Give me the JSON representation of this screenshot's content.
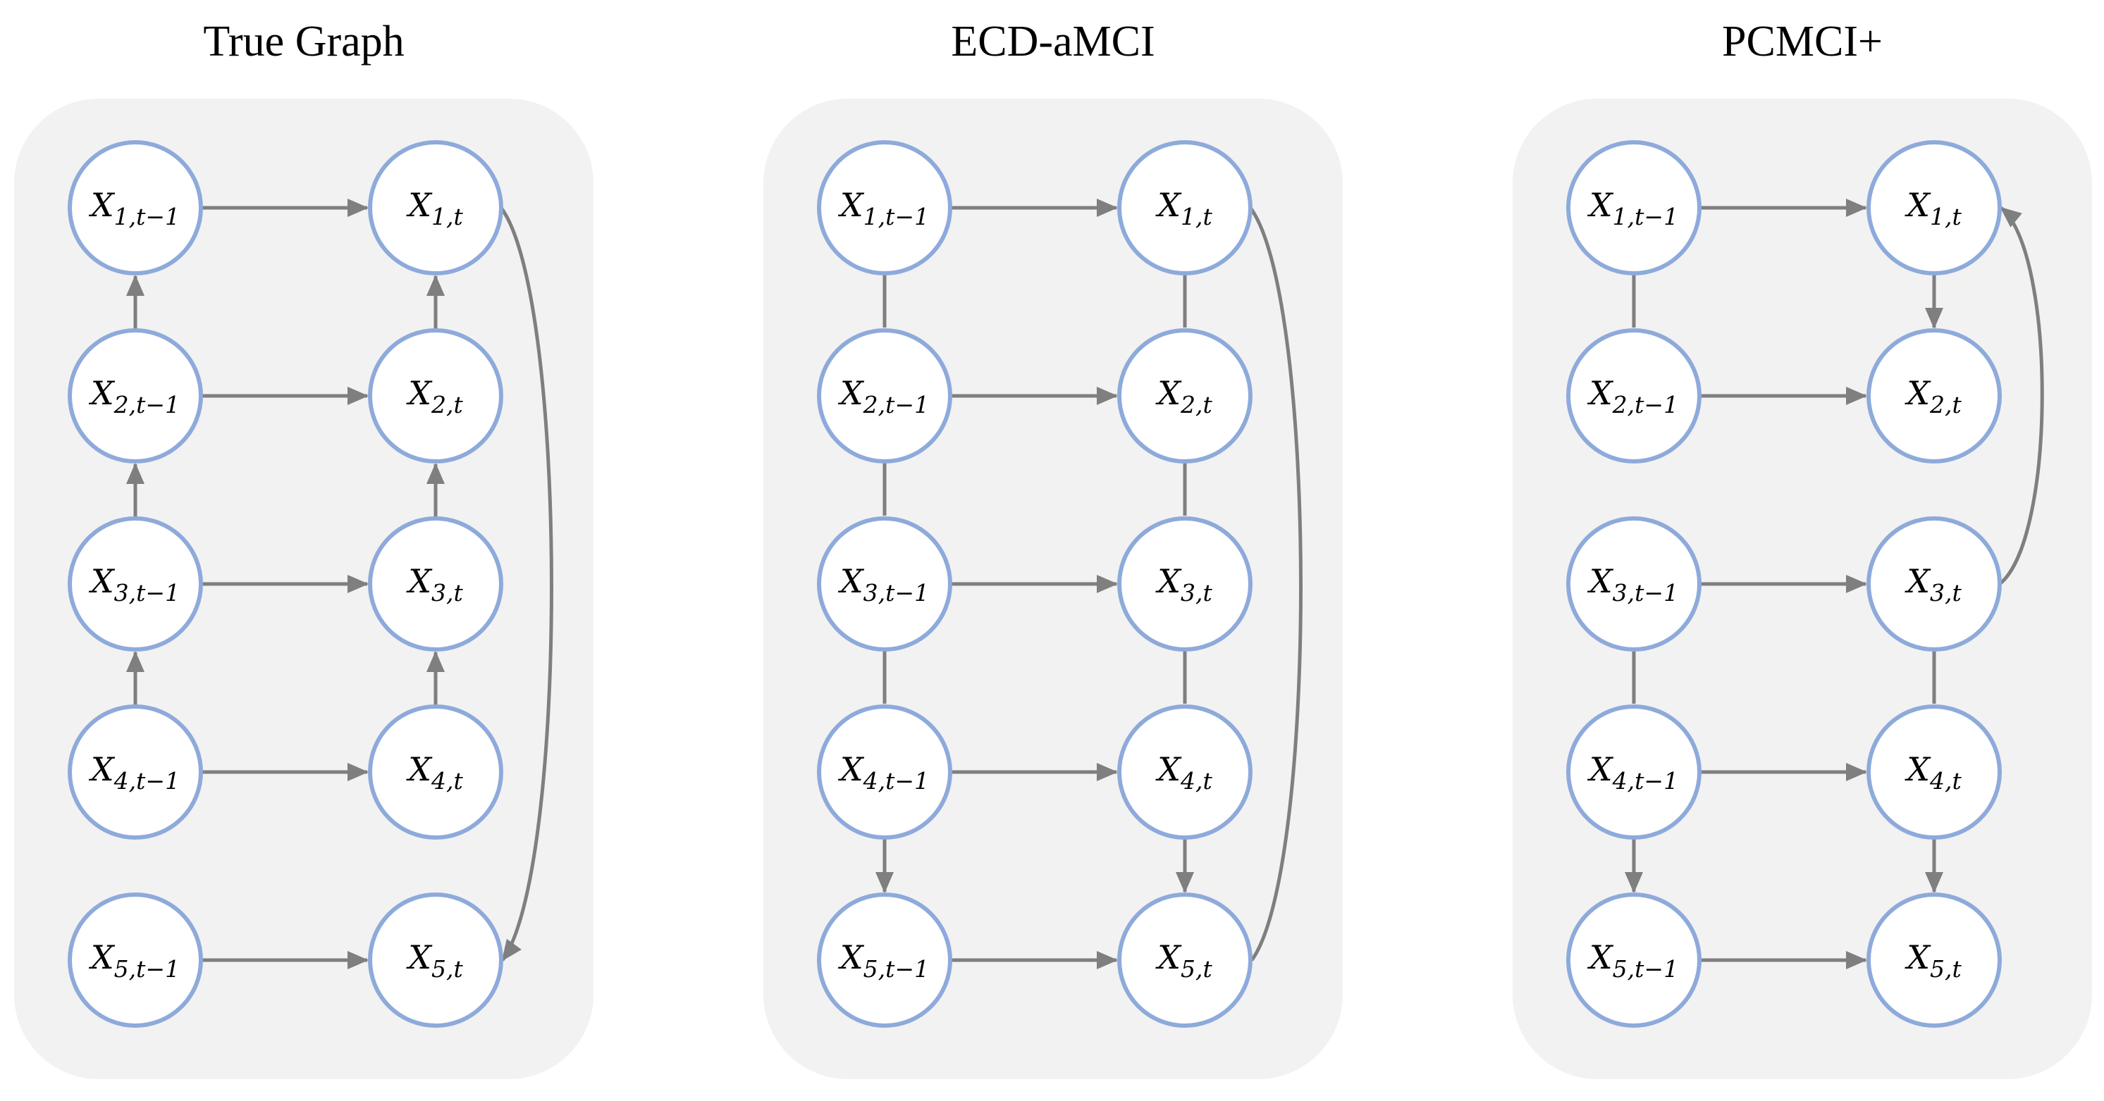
{
  "colors": {
    "panel_fill": "#f2f2f2",
    "node_stroke": "#8eaadb",
    "node_fill": "#ffffff",
    "edge": "#7f7f7f",
    "text": "#000000"
  },
  "panels": [
    {
      "id": "true-graph",
      "title": "True Graph",
      "nodes": [
        {
          "id": "a1",
          "var": "X",
          "sub": "1,t−1"
        },
        {
          "id": "a2",
          "var": "X",
          "sub": "2,t−1"
        },
        {
          "id": "a3",
          "var": "X",
          "sub": "3,t−1"
        },
        {
          "id": "a4",
          "var": "X",
          "sub": "4,t−1"
        },
        {
          "id": "a5",
          "var": "X",
          "sub": "5,t−1"
        },
        {
          "id": "b1",
          "var": "X",
          "sub": "1,t"
        },
        {
          "id": "b2",
          "var": "X",
          "sub": "2,t"
        },
        {
          "id": "b3",
          "var": "X",
          "sub": "3,t"
        },
        {
          "id": "b4",
          "var": "X",
          "sub": "4,t"
        },
        {
          "id": "b5",
          "var": "X",
          "sub": "5,t"
        }
      ],
      "edges": [
        {
          "from": "a1",
          "to": "b1",
          "type": "directed"
        },
        {
          "from": "a2",
          "to": "b2",
          "type": "directed"
        },
        {
          "from": "a3",
          "to": "b3",
          "type": "directed"
        },
        {
          "from": "a4",
          "to": "b4",
          "type": "directed"
        },
        {
          "from": "a5",
          "to": "b5",
          "type": "directed"
        },
        {
          "from": "a2",
          "to": "a1",
          "type": "directed"
        },
        {
          "from": "a3",
          "to": "a2",
          "type": "directed"
        },
        {
          "from": "a4",
          "to": "a3",
          "type": "directed"
        },
        {
          "from": "b2",
          "to": "b1",
          "type": "directed"
        },
        {
          "from": "b3",
          "to": "b2",
          "type": "directed"
        },
        {
          "from": "b4",
          "to": "b3",
          "type": "directed"
        },
        {
          "from": "b1",
          "to": "b5",
          "type": "directed",
          "shape": "curve"
        }
      ]
    },
    {
      "id": "ecd-amci",
      "title": "ECD-aMCI",
      "nodes": [
        {
          "id": "a1",
          "var": "X",
          "sub": "1,t−1"
        },
        {
          "id": "a2",
          "var": "X",
          "sub": "2,t−1"
        },
        {
          "id": "a3",
          "var": "X",
          "sub": "3,t−1"
        },
        {
          "id": "a4",
          "var": "X",
          "sub": "4,t−1"
        },
        {
          "id": "a5",
          "var": "X",
          "sub": "5,t−1"
        },
        {
          "id": "b1",
          "var": "X",
          "sub": "1,t"
        },
        {
          "id": "b2",
          "var": "X",
          "sub": "2,t"
        },
        {
          "id": "b3",
          "var": "X",
          "sub": "3,t"
        },
        {
          "id": "b4",
          "var": "X",
          "sub": "4,t"
        },
        {
          "id": "b5",
          "var": "X",
          "sub": "5,t"
        }
      ],
      "edges": [
        {
          "from": "a1",
          "to": "b1",
          "type": "directed"
        },
        {
          "from": "a2",
          "to": "b2",
          "type": "directed"
        },
        {
          "from": "a3",
          "to": "b3",
          "type": "directed"
        },
        {
          "from": "a4",
          "to": "b4",
          "type": "directed"
        },
        {
          "from": "a5",
          "to": "b5",
          "type": "directed"
        },
        {
          "from": "a1",
          "to": "a2",
          "type": "undirected"
        },
        {
          "from": "a2",
          "to": "a3",
          "type": "undirected"
        },
        {
          "from": "a3",
          "to": "a4",
          "type": "undirected"
        },
        {
          "from": "a4",
          "to": "a5",
          "type": "directed"
        },
        {
          "from": "b1",
          "to": "b2",
          "type": "undirected"
        },
        {
          "from": "b2",
          "to": "b3",
          "type": "undirected"
        },
        {
          "from": "b3",
          "to": "b4",
          "type": "undirected"
        },
        {
          "from": "b4",
          "to": "b5",
          "type": "directed"
        },
        {
          "from": "b1",
          "to": "b5",
          "type": "undirected",
          "shape": "curve"
        }
      ]
    },
    {
      "id": "pcmci-plus",
      "title": "PCMCI+",
      "nodes": [
        {
          "id": "a1",
          "var": "X",
          "sub": "1,t−1"
        },
        {
          "id": "a2",
          "var": "X",
          "sub": "2,t−1"
        },
        {
          "id": "a3",
          "var": "X",
          "sub": "3,t−1"
        },
        {
          "id": "a4",
          "var": "X",
          "sub": "4,t−1"
        },
        {
          "id": "a5",
          "var": "X",
          "sub": "5,t−1"
        },
        {
          "id": "b1",
          "var": "X",
          "sub": "1,t"
        },
        {
          "id": "b2",
          "var": "X",
          "sub": "2,t"
        },
        {
          "id": "b3",
          "var": "X",
          "sub": "3,t"
        },
        {
          "id": "b4",
          "var": "X",
          "sub": "4,t"
        },
        {
          "id": "b5",
          "var": "X",
          "sub": "5,t"
        }
      ],
      "edges": [
        {
          "from": "a1",
          "to": "b1",
          "type": "directed"
        },
        {
          "from": "a2",
          "to": "b2",
          "type": "directed"
        },
        {
          "from": "a3",
          "to": "b3",
          "type": "directed"
        },
        {
          "from": "a4",
          "to": "b4",
          "type": "directed"
        },
        {
          "from": "a5",
          "to": "b5",
          "type": "directed"
        },
        {
          "from": "a1",
          "to": "a2",
          "type": "undirected"
        },
        {
          "from": "a3",
          "to": "a4",
          "type": "undirected"
        },
        {
          "from": "a4",
          "to": "a5",
          "type": "directed"
        },
        {
          "from": "b1",
          "to": "b2",
          "type": "directed"
        },
        {
          "from": "b3",
          "to": "b4",
          "type": "undirected"
        },
        {
          "from": "b4",
          "to": "b5",
          "type": "directed"
        },
        {
          "from": "b3",
          "to": "b1",
          "type": "directed",
          "shape": "curve"
        }
      ]
    }
  ]
}
